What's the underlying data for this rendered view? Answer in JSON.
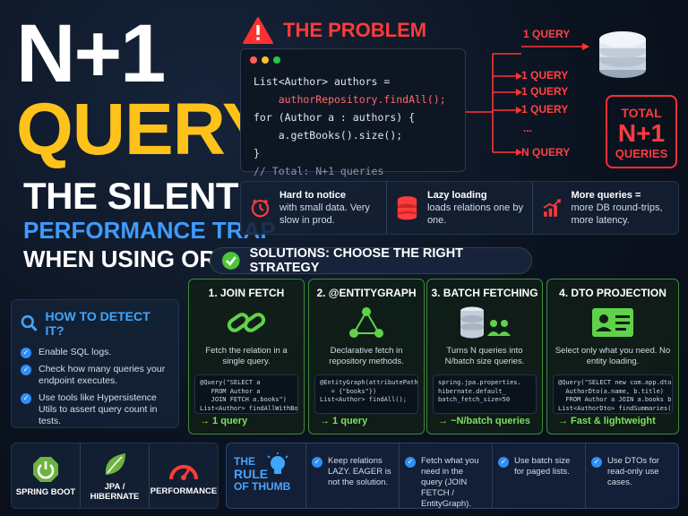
{
  "headline": {
    "line1": "N+1",
    "line2": "QUERY",
    "line3": "THE SILENT",
    "line4": "PERFORMANCE TRAP",
    "line5": "WHEN USING ORM"
  },
  "problem": {
    "title": "THE PROBLEM",
    "code": [
      "List<Author> authors =",
      "    authorRepository.findAll();",
      "for (Author a : authors) {",
      "    a.getBooks().size();",
      "}",
      "// Total: N+1 queries"
    ],
    "flow": {
      "first": "1 QUERY",
      "items": [
        "1 QUERY",
        "1 QUERY",
        "1 QUERY",
        "...",
        "N QUERY"
      ]
    },
    "total": {
      "line1": "TOTAL",
      "line2": "N+1",
      "line3": "QUERIES"
    },
    "facts": [
      {
        "bold": "Hard to notice",
        "text": "with small data. Very slow in prod."
      },
      {
        "bold": "Lazy loading",
        "text": "loads relations one by one."
      },
      {
        "bold": "More queries =",
        "text": "more DB round-trips, more latency."
      }
    ]
  },
  "solutions": {
    "title": "SOLUTIONS: CHOOSE THE RIGHT STRATEGY",
    "cards": [
      {
        "title": "1. JOIN FETCH",
        "desc": "Fetch the relation in a single query.",
        "code": "@Query(\"SELECT a\n   FROM Author a\n   JOIN FETCH a.books\")\nList<Author> findAllWithBooks();",
        "result": "→ 1 query"
      },
      {
        "title": "2. @ENTITYGRAPH",
        "desc": "Declarative fetch in repository methods.",
        "code": "@EntityGraph(attributePaths\n   = {\"books\"})\nList<Author> findAll();",
        "result": "→ 1 query"
      },
      {
        "title": "3. BATCH FETCHING",
        "desc": "Turns N queries into N/batch size queries.",
        "code": "spring.jpa.properties.\nhibernate.default_\nbatch_fetch_size=50",
        "result": "→ ~N/batch queries"
      },
      {
        "title": "4. DTO PROJECTION",
        "desc": "Select only what you need. No entity loading.",
        "code": "@Query(\"SELECT new com.app.dto.\n  AuthorDto(a.name, b.title)\n  FROM Author a JOIN a.books b\")\nList<AuthorDto> findSummaries();",
        "result": "→ Fast & lightweight"
      }
    ]
  },
  "detect": {
    "title": "HOW TO DETECT IT?",
    "items": [
      "Enable SQL logs.",
      "Check how many queries your endpoint executes.",
      "Use tools like Hypersistence Utils to assert query count in tests."
    ]
  },
  "tech": [
    {
      "label": "SPRING BOOT"
    },
    {
      "label": "JPA / HIBERNATE"
    },
    {
      "label": "PERFORMANCE"
    }
  ],
  "rule": {
    "line1": "THE",
    "line2": "RULE",
    "line3": "OF THUMB",
    "items": [
      "Keep relations LAZY. EAGER is not the solution.",
      "Fetch what you need in the query (JOIN FETCH / EntityGraph).",
      "Use batch size for paged lists.",
      "Use DTOs for read-only use cases."
    ]
  },
  "colors": {
    "accent_red": "#ff3b3b",
    "accent_yellow": "#ffc21a",
    "accent_blue": "#3f9bff",
    "accent_green": "#7ce05c"
  }
}
